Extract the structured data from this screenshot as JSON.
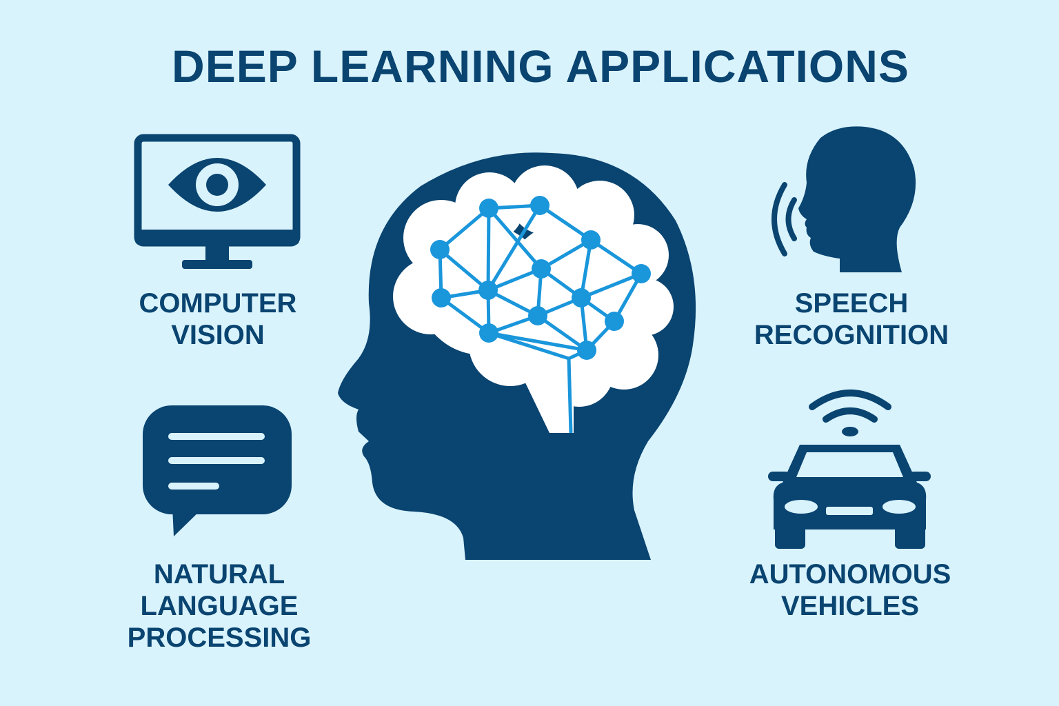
{
  "title": "DEEP LEARNING APPLICATIONS",
  "colors": {
    "background": "#d9f3fd",
    "navy": "#0a4470",
    "accent": "#1a96db",
    "white": "#ffffff"
  },
  "applications": [
    {
      "icon": "monitor-eye-icon",
      "lines": [
        "COMPUTER",
        "VISION"
      ]
    },
    {
      "icon": "speaking-head-icon",
      "lines": [
        "SPEECH",
        "RECOGNITION"
      ]
    },
    {
      "icon": "speech-bubble-icon",
      "lines": [
        "NATURAL",
        "LANGUAGE",
        "PROCESSING"
      ]
    },
    {
      "icon": "connected-car-icon",
      "lines": [
        "AUTONOMOUS",
        "VEHICLES"
      ]
    }
  ],
  "center_icon": "head-brain-network-icon"
}
